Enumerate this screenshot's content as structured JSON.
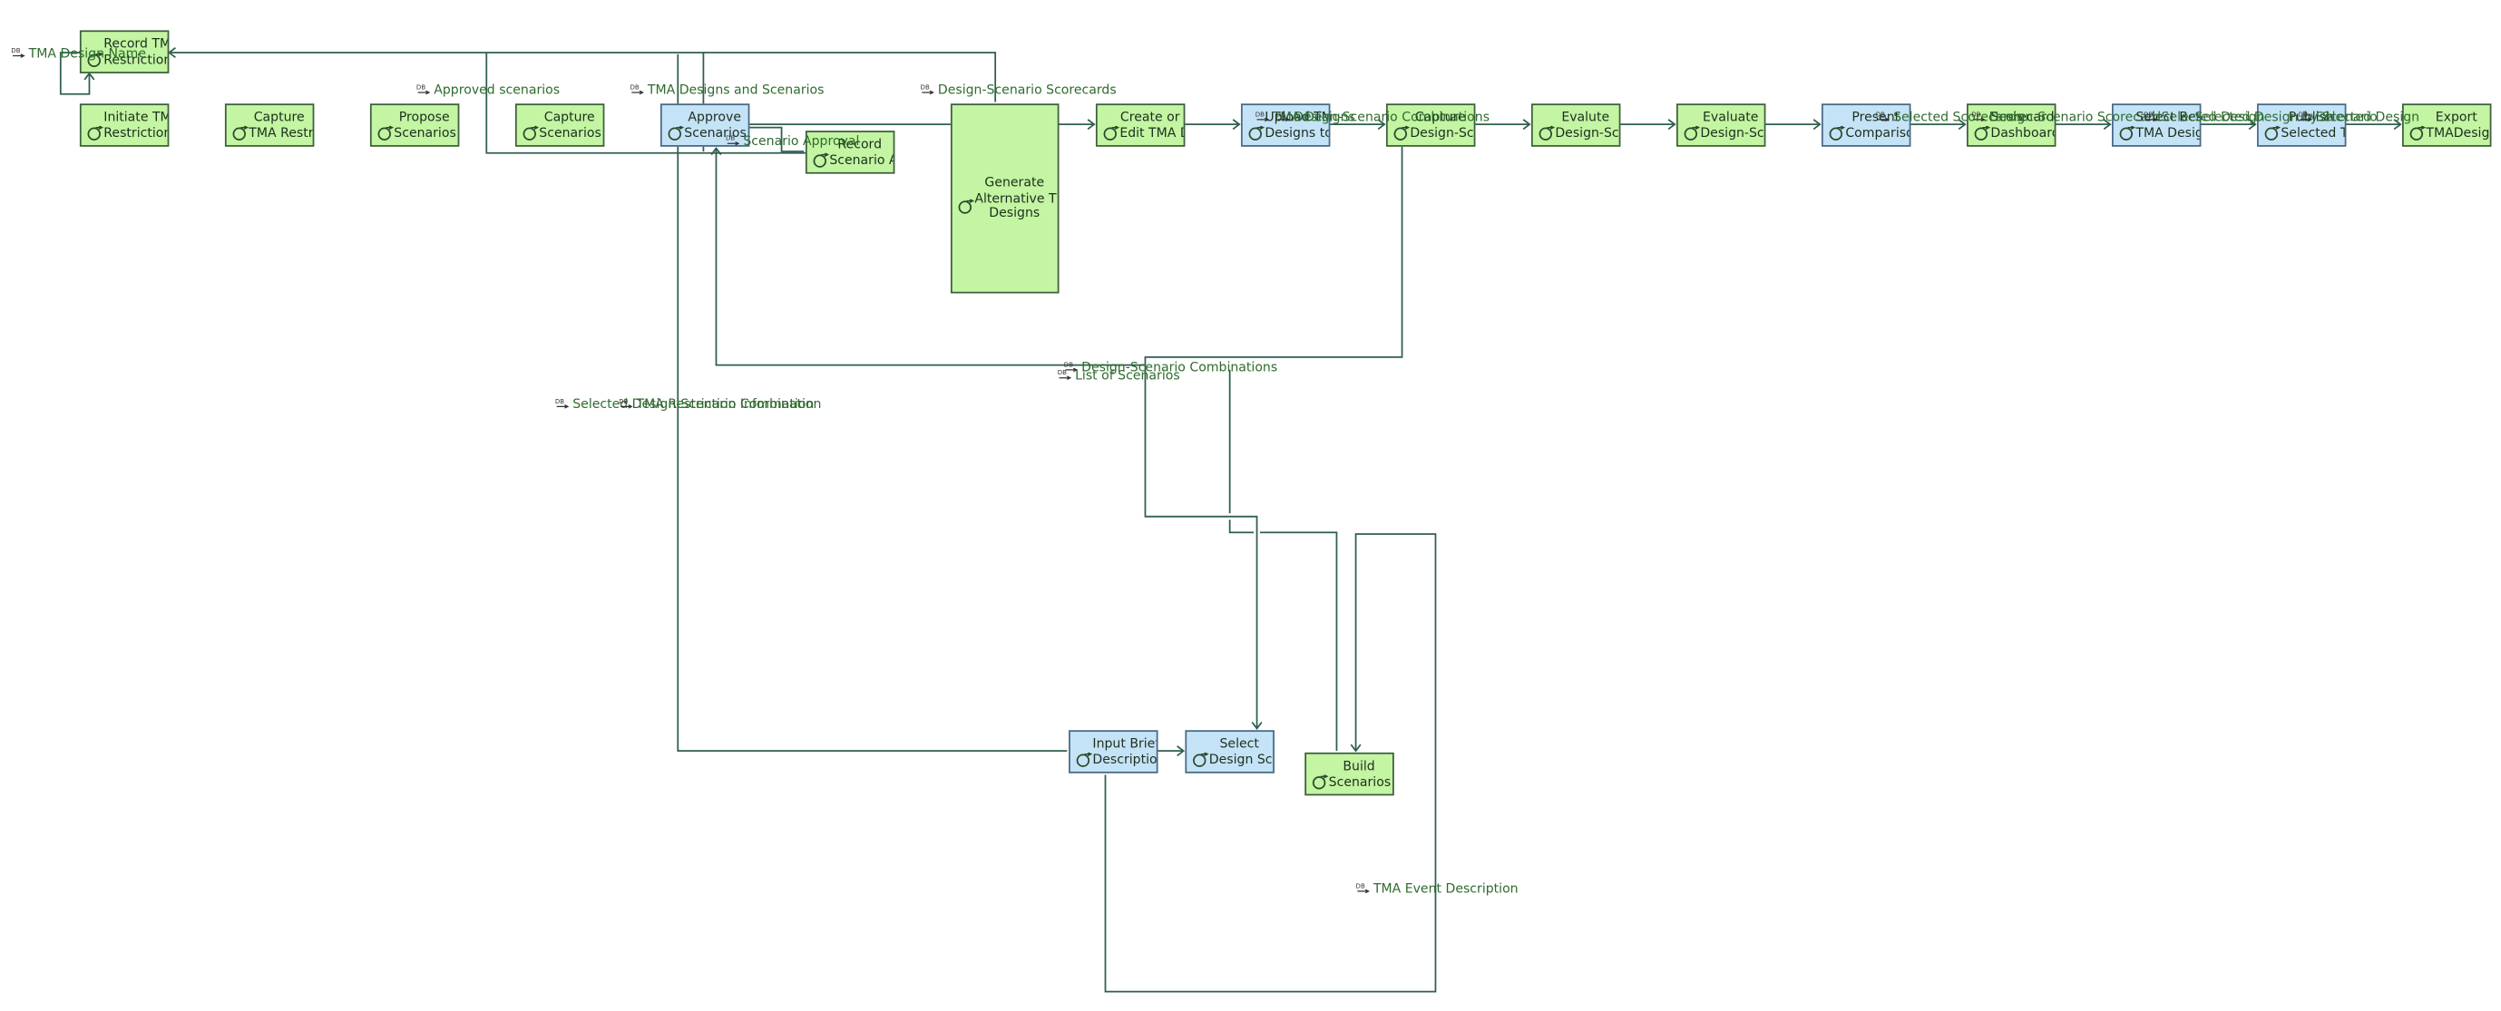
{
  "nodes": [
    {
      "id": "record-tma-restriction",
      "label_lines": [
        "Record TMA",
        "Restriction ..."
      ],
      "kind": "green"
    },
    {
      "id": "initiate-tma-restriction",
      "label_lines": [
        "Initiate TMA",
        "Restriction ..."
      ],
      "kind": "green"
    },
    {
      "id": "capture-tma-restriction",
      "label_lines": [
        "Capture",
        "TMA Restri..."
      ],
      "kind": "green"
    },
    {
      "id": "propose-scenarios",
      "label_lines": [
        "Propose",
        "Scenarios"
      ],
      "kind": "green"
    },
    {
      "id": "capture-scenarios",
      "label_lines": [
        "Capture",
        "Scenarios"
      ],
      "kind": "green"
    },
    {
      "id": "approve-scenarios",
      "label_lines": [
        "Approve",
        "Scenarios"
      ],
      "kind": "blue"
    },
    {
      "id": "record-scenario-approval",
      "label_lines": [
        "Record",
        "Scenario A..."
      ],
      "kind": "green"
    },
    {
      "id": "generate-alternative-tma-designs",
      "label_lines": [
        "Generate",
        "Alternative TMA",
        "Designs"
      ],
      "kind": "green"
    },
    {
      "id": "create-or-edit-tma-design",
      "label_lines": [
        "Create or",
        "Edit TMA D..."
      ],
      "kind": "green"
    },
    {
      "id": "upload-tma-designs",
      "label_lines": [
        "Upload TMA",
        "Designs to ..."
      ],
      "kind": "blue"
    },
    {
      "id": "capture-design-scenario",
      "label_lines": [
        "Capture",
        "Design-Sce..."
      ],
      "kind": "green"
    },
    {
      "id": "evalute-design-scenario",
      "label_lines": [
        "Evalute",
        "Design-Sce..."
      ],
      "kind": "green"
    },
    {
      "id": "evaluate-design-scenario",
      "label_lines": [
        "Evaluate",
        "Design-Sce..."
      ],
      "kind": "green"
    },
    {
      "id": "present-comparison",
      "label_lines": [
        "Present",
        "Compariso..."
      ],
      "kind": "blue"
    },
    {
      "id": "scorecard-dashboard",
      "label_lines": [
        "Scorecard",
        "Dashboard ..."
      ],
      "kind": "green"
    },
    {
      "id": "select-best-tma-design",
      "label_lines": [
        "Select Best",
        "TMA Desig..."
      ],
      "kind": "blue"
    },
    {
      "id": "publish-selected-tma",
      "label_lines": [
        "Publish",
        "Selected T..."
      ],
      "kind": "blue"
    },
    {
      "id": "export-tma-design",
      "label_lines": [
        "Export",
        "TMADesign..."
      ],
      "kind": "green"
    },
    {
      "id": "input-brief-description",
      "label_lines": [
        "Input Brief",
        "Description..."
      ],
      "kind": "blue"
    },
    {
      "id": "select-design-scenario",
      "label_lines": [
        "Select",
        "Design Sce..."
      ],
      "kind": "blue"
    },
    {
      "id": "build-scenarios",
      "label_lines": [
        "Build",
        "Scenarios F..."
      ],
      "kind": "green"
    }
  ],
  "flow_labels": [
    {
      "id": "tma-design-name",
      "text": "TMA Design Name"
    },
    {
      "id": "approved-scenarios",
      "text": "Approved scenarios"
    },
    {
      "id": "tma-designs-and-scenarios",
      "text": "TMA Designs and Scenarios"
    },
    {
      "id": "design-scenario-scorecards-top",
      "text": "Design-Scenario Scorecards"
    },
    {
      "id": "scenario-approval",
      "text": "Scenario Approval"
    },
    {
      "id": "tma-designs",
      "text": "TMA Designs"
    },
    {
      "id": "design-scenario-combinations-top",
      "text": "Design-Scenario Combinations"
    },
    {
      "id": "selected-scorecards",
      "text": "Selected Scorecards"
    },
    {
      "id": "design-scenario-scorecard-row",
      "text": "Design-Scenario Scorecard"
    },
    {
      "id": "selected-design",
      "text": "Selected Design"
    },
    {
      "id": "selected-design-by-scenario",
      "text": "Selected Design by Scenario"
    },
    {
      "id": "selected-design-end",
      "text": "Selected Design"
    },
    {
      "id": "design-scenario-combinations-mid",
      "text": "Design-Scenario Combinations"
    },
    {
      "id": "list-of-scenarios",
      "text": "List of Scenarios"
    },
    {
      "id": "selected-design-scenario-combination",
      "text": "Selected Design-Scenario Combination"
    },
    {
      "id": "tma-restriction-information",
      "text": "TMA Restriction Information"
    },
    {
      "id": "tma-event-description",
      "text": "TMA Event Description"
    }
  ],
  "colors": {
    "process_green": "#c3f5a3",
    "process_blue": "#c5e3f7",
    "edge": "#2f5f4f",
    "label": "#2e6b2e"
  },
  "icons": {
    "process": "activity-glyph-icon",
    "flow": "data-flow-icon"
  }
}
